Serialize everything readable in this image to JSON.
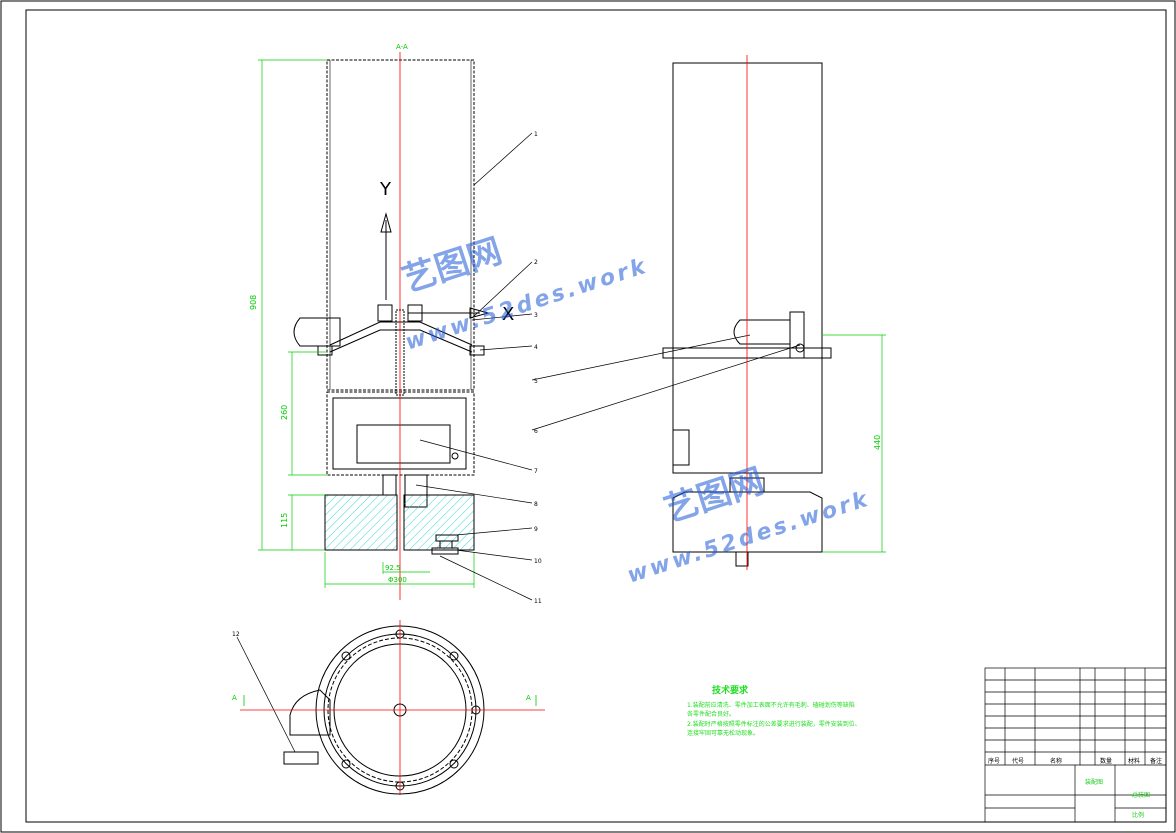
{
  "view_labels": {
    "section_top": "A-A",
    "section_mark_left": "A",
    "section_mark_right": "A"
  },
  "axes": {
    "y_axis_label": "Y",
    "x_axis_label": "X"
  },
  "dimensions": {
    "overall_height": "908",
    "lower_height": "260",
    "base_height": "115",
    "offset": "92.5",
    "diameter": "Φ300",
    "right_height": "440"
  },
  "part_numbers": [
    "1",
    "2",
    "3",
    "4",
    "5",
    "6",
    "7",
    "8",
    "9",
    "10",
    "11",
    "12"
  ],
  "watermark": {
    "brand_cn": "艺图网",
    "url": "www.52des.work"
  },
  "technical_requirements": {
    "title": "技术要求",
    "lines": [
      "1.装配前应清洗、零件加工表面不允许有毛刺、磕碰划伤等缺陷",
      "各零件配合良好。",
      "2.装配时严格按照零件标注的公差要求进行装配，零件安装到位、",
      "连接牢固可靠无松动现象。"
    ]
  },
  "title_block": {
    "labels": [
      "序号",
      "代号",
      "名称",
      "数量",
      "材料",
      "备注"
    ],
    "drawing_title": "装配图",
    "company": "总装图",
    "scale": "比例"
  },
  "colors": {
    "outline": "#000000",
    "dimension": "#00cc00",
    "centerline": "#ff0000",
    "hatch": "#00cccc",
    "watermark": "#1e5bd6"
  }
}
